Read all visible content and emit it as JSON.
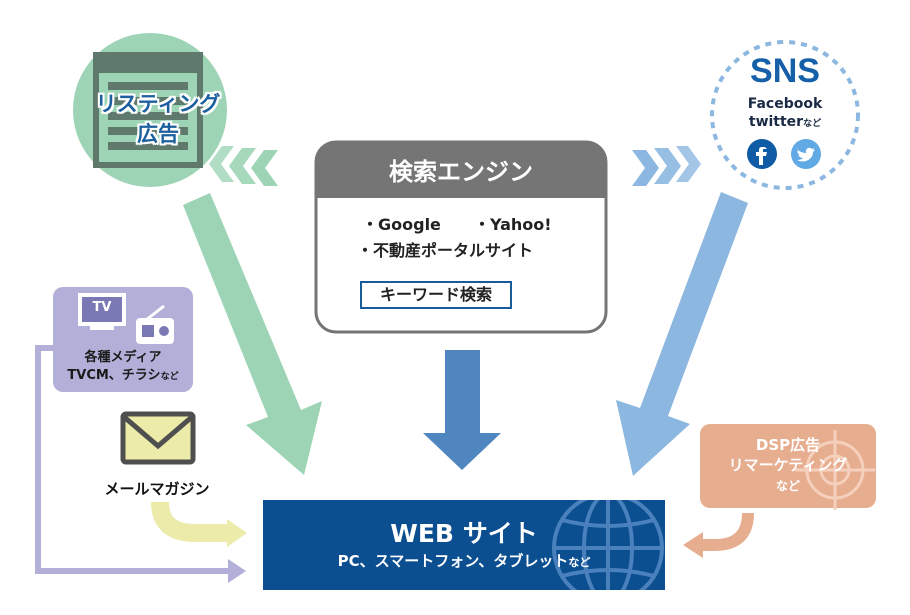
{
  "listing": {
    "line1": "リスティング",
    "line2": "広告"
  },
  "sns": {
    "title": "SNS",
    "line1": "Facebook",
    "line2": "twitter",
    "suffix": "など",
    "icons": [
      "facebook-icon",
      "twitter-icon"
    ]
  },
  "search_engine": {
    "title": "検索エンジン",
    "item1": "・Google",
    "item2": "・Yahoo!",
    "item3": "・不動産ポータルサイト",
    "keyword_box": "キーワード検索"
  },
  "media": {
    "line1": "各種メディア",
    "line2": "TVCM、チラシ",
    "suffix": "など",
    "tv_label": "TV",
    "icons": [
      "tv-icon",
      "radio-icon"
    ]
  },
  "mail": {
    "label": "メールマガジン",
    "icons": [
      "envelope-icon"
    ]
  },
  "dsp": {
    "line1": "DSP広告",
    "line2": "リマーケティング",
    "line3": "など",
    "icons": [
      "crosshair-icon"
    ]
  },
  "web": {
    "title": "WEB サイト",
    "subtitle": "PC、スマートフォン、タブレット",
    "suffix": "など",
    "icons": [
      "globe-icon"
    ]
  },
  "colors": {
    "green": "#9cd4b5",
    "green_dark": "#5f7a6c",
    "blue_arrow": "#8cb7e0",
    "engine_blue": "#4f86c0",
    "engine_header": "#757575",
    "navy": "#0c4f91",
    "lavender": "#b2b0d9",
    "yellow": "#ecebaa",
    "salmon": "#e7ad8f",
    "sns_blue": "#0f5ba5"
  }
}
